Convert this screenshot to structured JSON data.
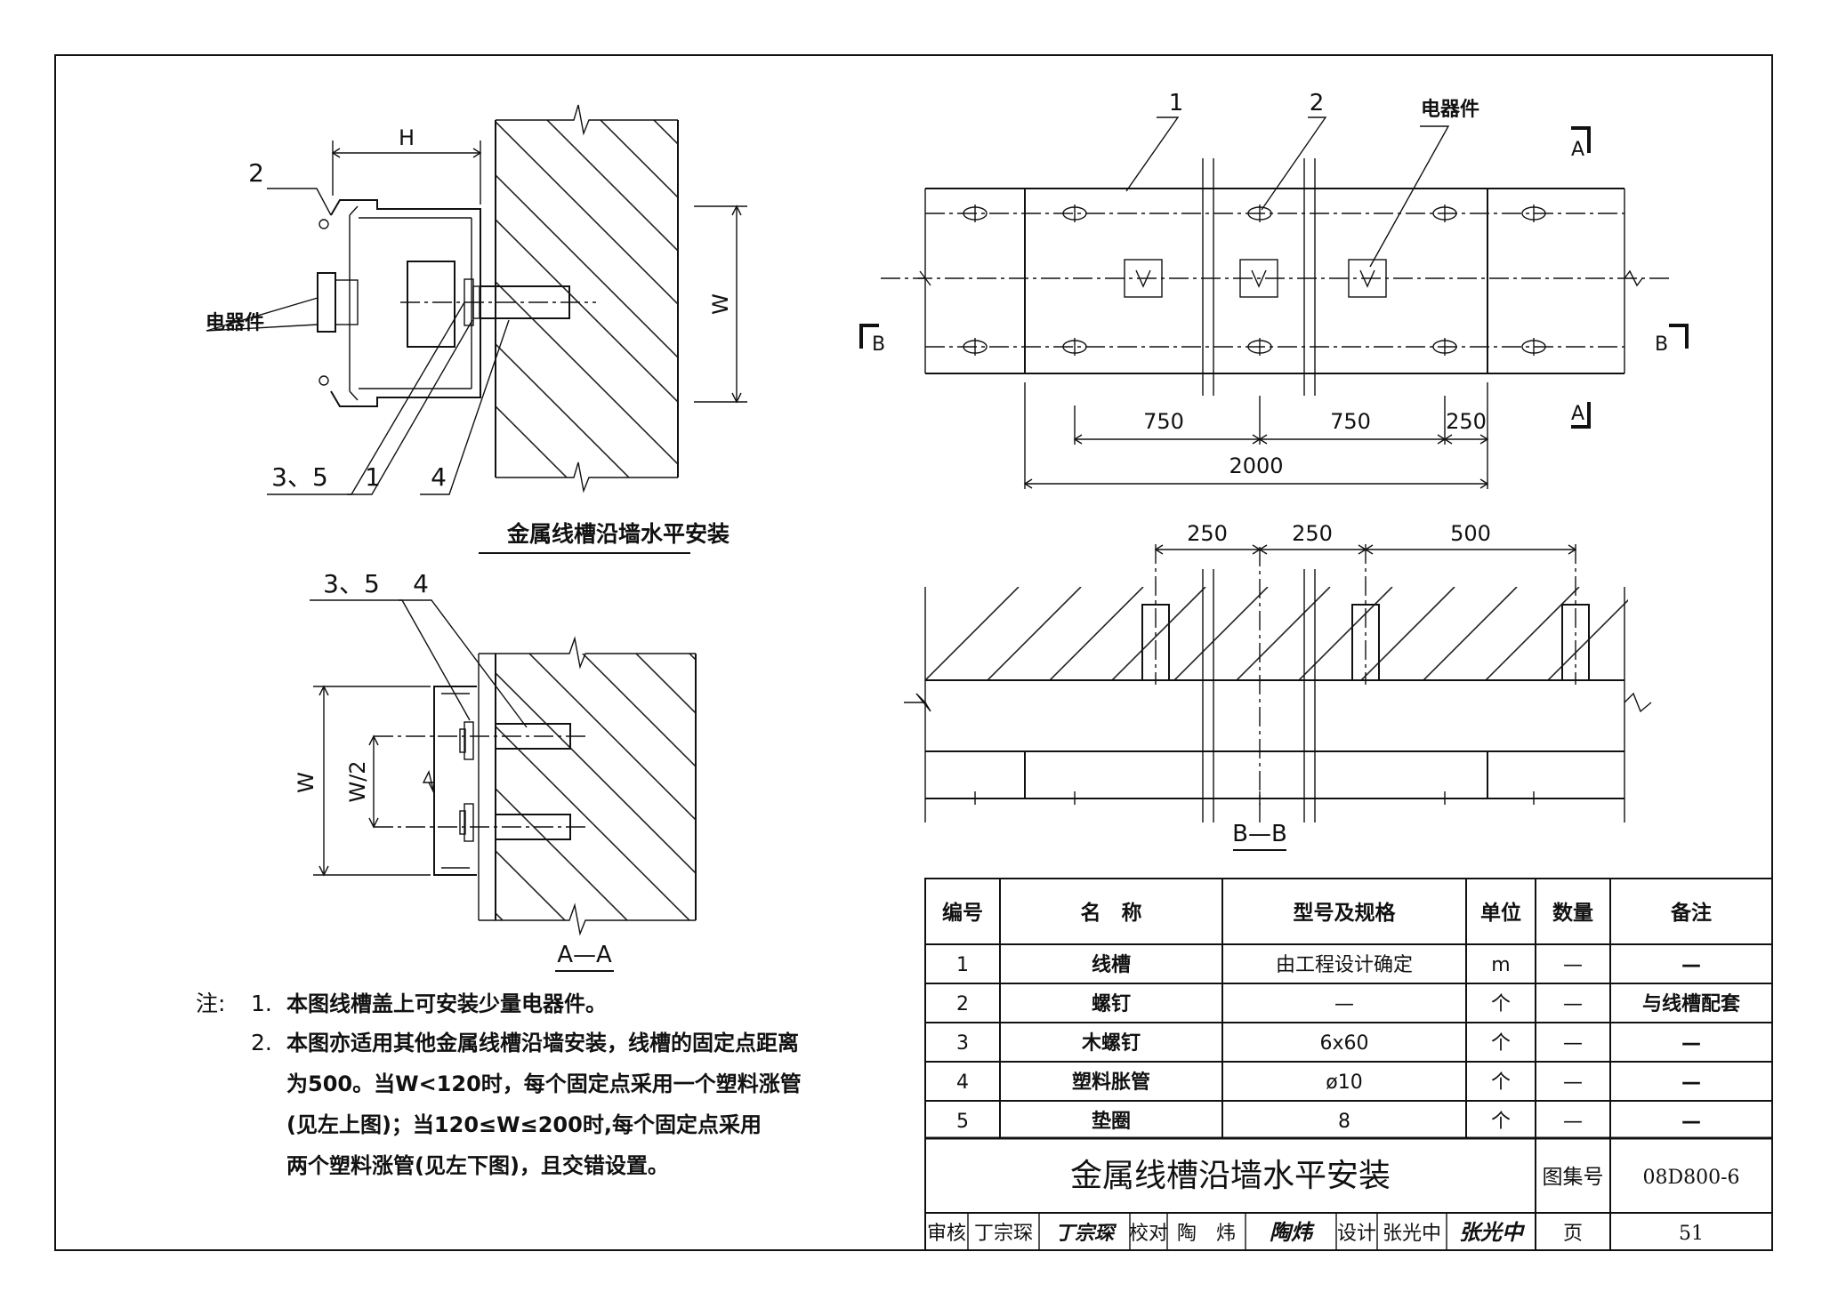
{
  "drawing_title": "金属线槽沿墙水平安装",
  "views": {
    "elevation": {
      "dim_H": "H",
      "dim_W": "W",
      "label_2": "2",
      "label_device": "电器件",
      "label_35": "3、5",
      "label_1": "1",
      "label_4": "4",
      "caption": "金属线槽沿墙水平安装"
    },
    "section_aa": {
      "label_35": "3、5",
      "label_4": "4",
      "dim_W": "W",
      "dim_W2": "W/2",
      "caption": "A—A"
    },
    "plan": {
      "label_1": "1",
      "label_2": "2",
      "label_device": "电器件",
      "mark_A": "A",
      "mark_B": "B",
      "dims": [
        "750",
        "750",
        "250",
        "2000"
      ]
    },
    "section_bb": {
      "dims": [
        "250",
        "250",
        "500"
      ],
      "caption": "B—B"
    }
  },
  "notes": {
    "prefix": "注:",
    "items": [
      {
        "num": "1.",
        "lines": [
          "本图线槽盖上可安装少量电器件。"
        ]
      },
      {
        "num": "2.",
        "lines": [
          "本图亦适用其他金属线槽沿墙安装，线槽的固定点距离",
          "为500。当W<120时，每个固定点采用一个塑料涨管",
          "(见左上图)；当120≤W≤200时,每个固定点采用",
          "两个塑料涨管(见左下图)，且交错设置。"
        ]
      }
    ]
  },
  "parts_table": {
    "headers": [
      "编号",
      "名　称",
      "型号及规格",
      "单位",
      "数量",
      "备注"
    ],
    "rows": [
      [
        "1",
        "线槽",
        "由工程设计确定",
        "m",
        "—",
        "—"
      ],
      [
        "2",
        "螺钉",
        "—",
        "个",
        "—",
        "与线槽配套"
      ],
      [
        "3",
        "木螺钉",
        "6x60",
        "个",
        "—",
        "—"
      ],
      [
        "4",
        "塑料胀管",
        "ø10",
        "个",
        "—",
        "—"
      ],
      [
        "5",
        "垫圈",
        "8",
        "个",
        "—",
        "—"
      ]
    ]
  },
  "title_block": {
    "title": "金属线槽沿墙水平安装",
    "atlas_label": "图集号",
    "atlas_no": "08D800-6",
    "review_label": "审核",
    "reviewer": "丁宗琛",
    "review_sign": "丁宗琛",
    "check_label": "校对",
    "checker": "陶　炜",
    "check_sign": "陶炜",
    "design_label": "设计",
    "designer": "张光中",
    "design_sign": "张光中",
    "page_label": "页",
    "page_no": "51"
  }
}
